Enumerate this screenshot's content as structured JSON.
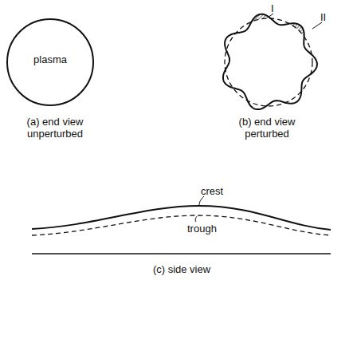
{
  "diagram": {
    "nodes": [
      {
        "text": [
          "plasma"
        ]
      }
    ],
    "labels": [
      "I",
      "II",
      "crest",
      "trough",
      "(a) end view unperturbed",
      "(b) end view perturbed",
      "(c) side view"
    ]
  }
}
